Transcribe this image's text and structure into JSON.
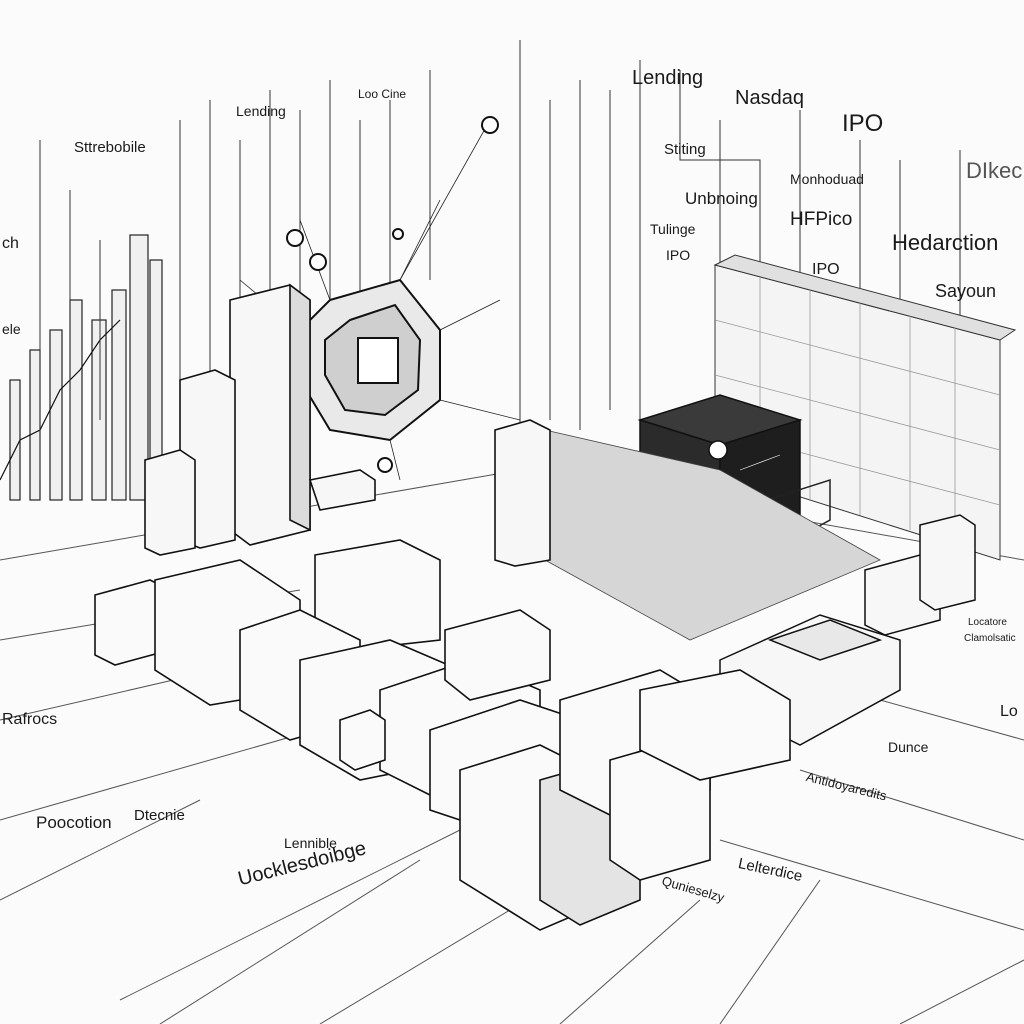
{
  "labels": {
    "top_left": [
      "Sttrebobile",
      "Lending",
      "Loo Cine"
    ],
    "top_center": [
      "Lending",
      "Nasdaq",
      "IPO"
    ],
    "mid_right": [
      "Stiting",
      "Monhoduad",
      "Unbnoing",
      "HFPico",
      "Tulinge",
      "IPO",
      "IPO",
      "Hedarction",
      "Sayoun",
      "DIkec"
    ],
    "left_edge": [
      "ch",
      "ele"
    ],
    "floor_left": [
      "Rafrocs",
      "Poocotion",
      "Dtecnie",
      "Lennible",
      "Uocklesdoibge"
    ],
    "floor_right": [
      "Lo",
      "Dunce",
      "Antidoyaredits",
      "Lelterdice",
      "Qunieselzy"
    ],
    "right_edge_small": [
      "Locatore",
      "Clamolsatic"
    ]
  },
  "colors": {
    "ink": "#1a1a1a",
    "paper": "#fbfbfb",
    "shade": "#d8d8d8",
    "dark": "#2b2b2b"
  }
}
